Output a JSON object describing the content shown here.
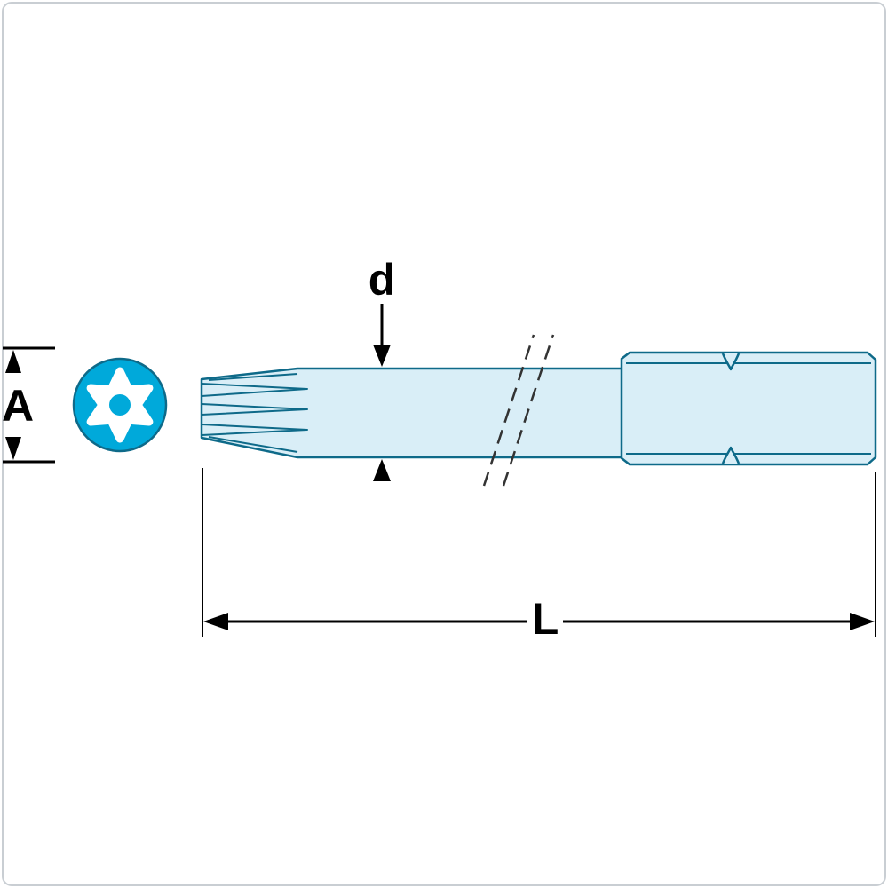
{
  "diagram": {
    "labels": {
      "diameter": "d",
      "front_size": "A",
      "length": "L"
    },
    "colors": {
      "accent": "#00a9da",
      "body_fill": "#d9eef7",
      "outline": "#0e6a89",
      "dimension": "#000000",
      "frame": "#c9ced3",
      "background": "#ffffff",
      "break_line": "#333333"
    }
  }
}
